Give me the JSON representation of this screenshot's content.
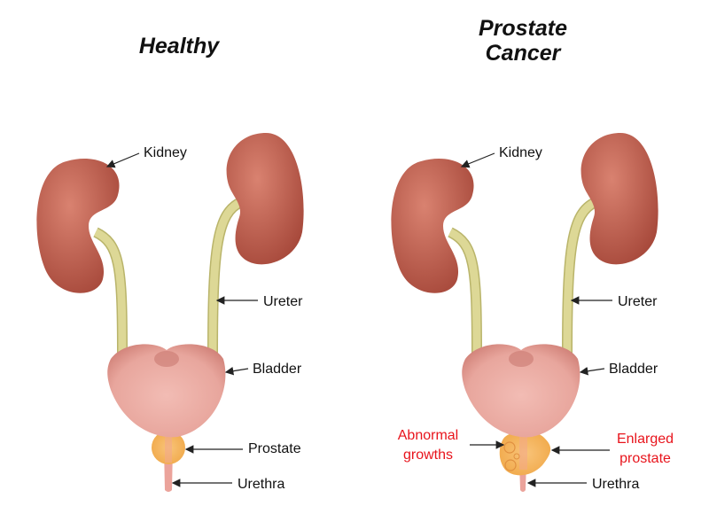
{
  "healthy": {
    "title": "Healthy",
    "labels": {
      "kidney": "Kidney",
      "ureter": "Ureter",
      "bladder": "Bladder",
      "prostate": "Prostate",
      "urethra": "Urethra"
    }
  },
  "cancer": {
    "title_line1": "Prostate",
    "title_line2": "Cancer",
    "labels": {
      "kidney": "Kidney",
      "ureter": "Ureter",
      "bladder": "Bladder",
      "urethra": "Urethra",
      "abnormal_line1": "Abnormal",
      "abnormal_line2": "growths",
      "enlarged_line1": "Enlarged",
      "enlarged_line2": "prostate"
    }
  },
  "colors": {
    "kidney": "#c0604e",
    "ureter": "#d9d48f",
    "bladder": "#e9a8a0",
    "prostate": "#f6b460",
    "highlight": "#e8141c"
  }
}
